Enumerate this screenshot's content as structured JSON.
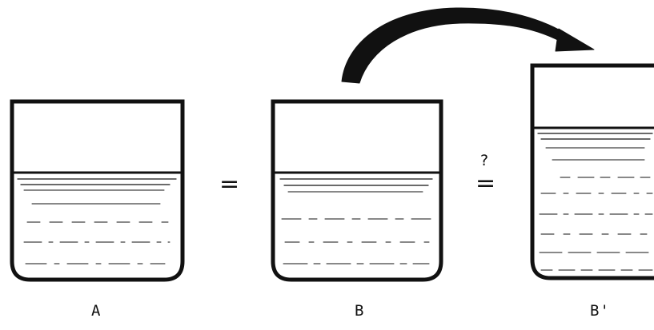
{
  "labels": {
    "a": "A",
    "b": "B",
    "b_prime": "B'"
  },
  "operators": {
    "first": "=",
    "second": "=",
    "question": "?"
  },
  "colors": {
    "ink": "#111111",
    "background": "#ffffff"
  }
}
